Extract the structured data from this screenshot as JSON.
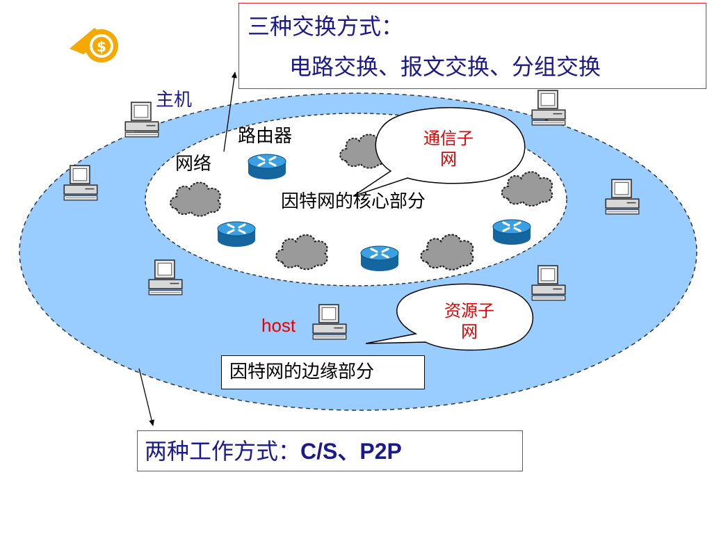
{
  "switching_box": {
    "title": "三种交换方式：",
    "methods": "电路交换、报文交换、分组交换"
  },
  "work_modes_box": {
    "prefix": "两种工作方式：",
    "modes": "C/S、P2P"
  },
  "labels": {
    "host_cn": "主机",
    "router": "路由器",
    "network": "网络",
    "core": "因特网的核心部分",
    "edge": "因特网的边缘部分",
    "host_en": "host"
  },
  "callouts": {
    "comm_subnet_line1": "通信子",
    "comm_subnet_line2": "网",
    "resource_subnet_line1": "资源子",
    "resource_subnet_line2": "网"
  },
  "colors": {
    "edge_fill": "#99ccff",
    "router_blue": "#1a7fc4",
    "cloud_gray": "#9a9a9a",
    "logo_orange": "#f5a800",
    "text_blue": "#1a1a8c",
    "text_red": "#e60000",
    "box_border": "#e0202a"
  }
}
